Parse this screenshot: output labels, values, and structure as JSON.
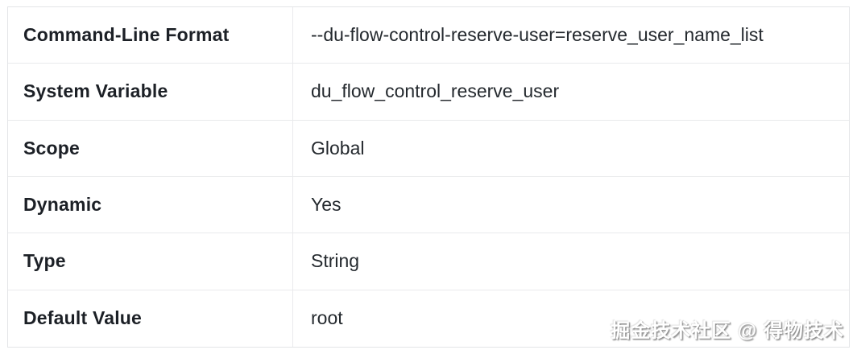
{
  "page": {
    "background": "#ffffff",
    "border_color": "#e4e5e7",
    "label_text_color": "#1c2026",
    "value_text_color": "#24292e"
  },
  "table": {
    "rows": [
      {
        "label": "Command-Line Format",
        "value": "--du-flow-control-reserve-user=reserve_user_name_list"
      },
      {
        "label": "System Variable",
        "value": "du_flow_control_reserve_user"
      },
      {
        "label": "Scope",
        "value": "Global"
      },
      {
        "label": "Dynamic",
        "value": "Yes"
      },
      {
        "label": "Type",
        "value": "String"
      },
      {
        "label": "Default Value",
        "value": "root"
      }
    ]
  },
  "watermark": {
    "text": "掘金技术社区 @ 得物技术"
  }
}
